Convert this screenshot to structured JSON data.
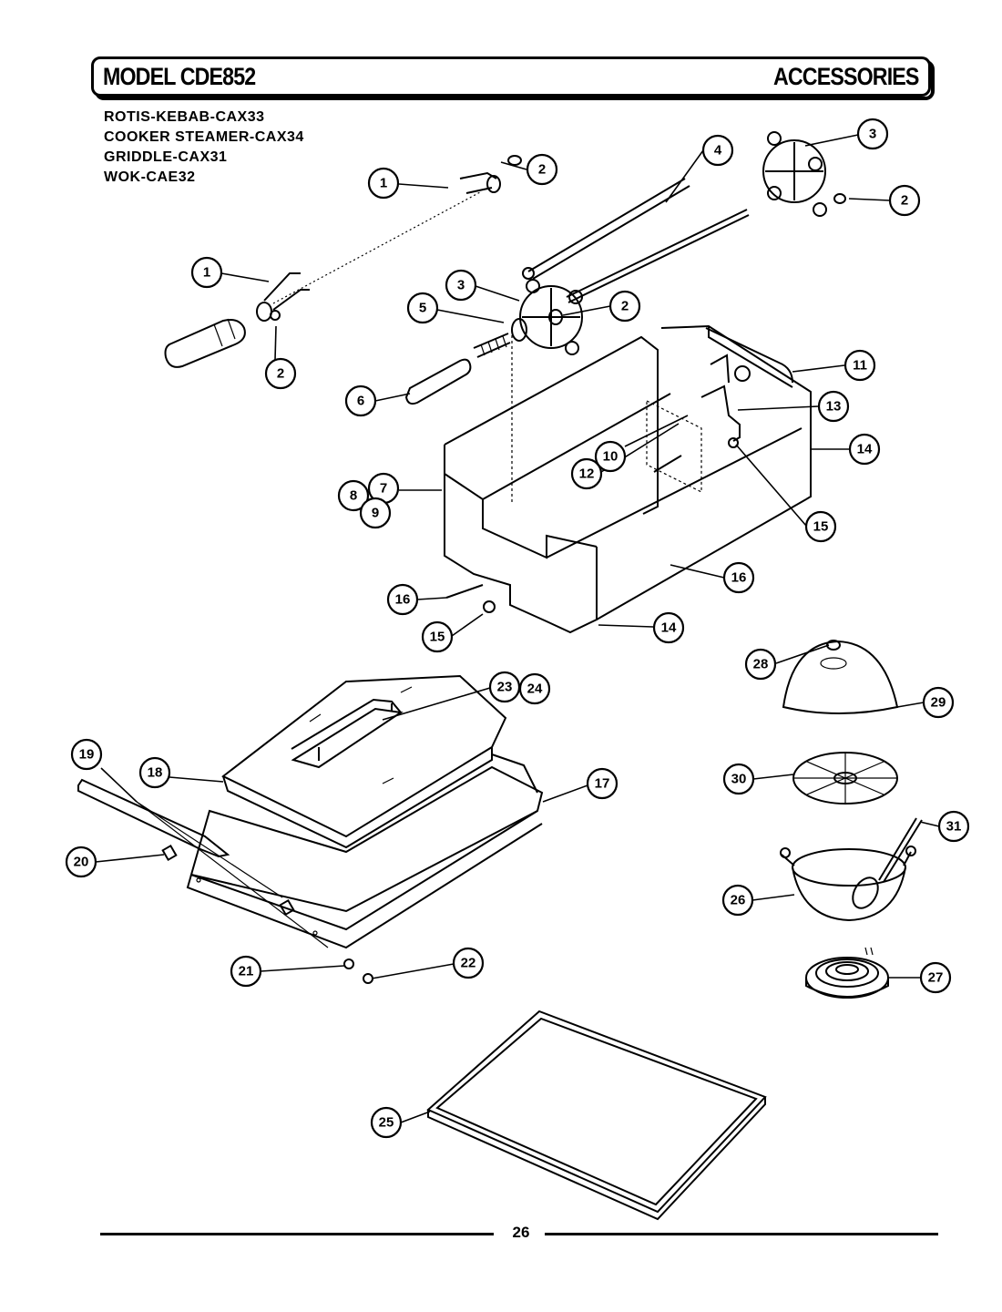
{
  "header": {
    "model": "MODEL CDE852",
    "section": "ACCESSORIES"
  },
  "products": [
    "ROTIS-KEBAB-CAX33",
    "COOKER STEAMER-CAX34",
    "GRIDDLE-CAX31",
    "WOK-CAE32"
  ],
  "callouts": [
    {
      "id": "c1a",
      "label": "1"
    },
    {
      "id": "c2a",
      "label": "2"
    },
    {
      "id": "c1b",
      "label": "1"
    },
    {
      "id": "c2b",
      "label": "2"
    },
    {
      "id": "c4",
      "label": "4"
    },
    {
      "id": "c3a",
      "label": "3"
    },
    {
      "id": "c2c",
      "label": "2"
    },
    {
      "id": "c3b",
      "label": "3"
    },
    {
      "id": "c2d",
      "label": "2"
    },
    {
      "id": "c5",
      "label": "5"
    },
    {
      "id": "c6",
      "label": "6"
    },
    {
      "id": "c11",
      "label": "11"
    },
    {
      "id": "c13",
      "label": "13"
    },
    {
      "id": "c14a",
      "label": "14"
    },
    {
      "id": "c10",
      "label": "10"
    },
    {
      "id": "c12",
      "label": "12"
    },
    {
      "id": "c8",
      "label": "8"
    },
    {
      "id": "c7",
      "label": "7"
    },
    {
      "id": "c9",
      "label": "9"
    },
    {
      "id": "c15a",
      "label": "15"
    },
    {
      "id": "c16a",
      "label": "16"
    },
    {
      "id": "c16b",
      "label": "16"
    },
    {
      "id": "c15b",
      "label": "15"
    },
    {
      "id": "c14b",
      "label": "14"
    },
    {
      "id": "c28",
      "label": "28"
    },
    {
      "id": "c23",
      "label": "23"
    },
    {
      "id": "c24",
      "label": "24"
    },
    {
      "id": "c29",
      "label": "29"
    },
    {
      "id": "c19",
      "label": "19"
    },
    {
      "id": "c18",
      "label": "18"
    },
    {
      "id": "c17",
      "label": "17"
    },
    {
      "id": "c30",
      "label": "30"
    },
    {
      "id": "c31",
      "label": "31"
    },
    {
      "id": "c20",
      "label": "20"
    },
    {
      "id": "c26",
      "label": "26"
    },
    {
      "id": "c21",
      "label": "21"
    },
    {
      "id": "c22",
      "label": "22"
    },
    {
      "id": "c27",
      "label": "27"
    },
    {
      "id": "c25",
      "label": "25"
    }
  ],
  "footer": {
    "page_number": "26"
  }
}
